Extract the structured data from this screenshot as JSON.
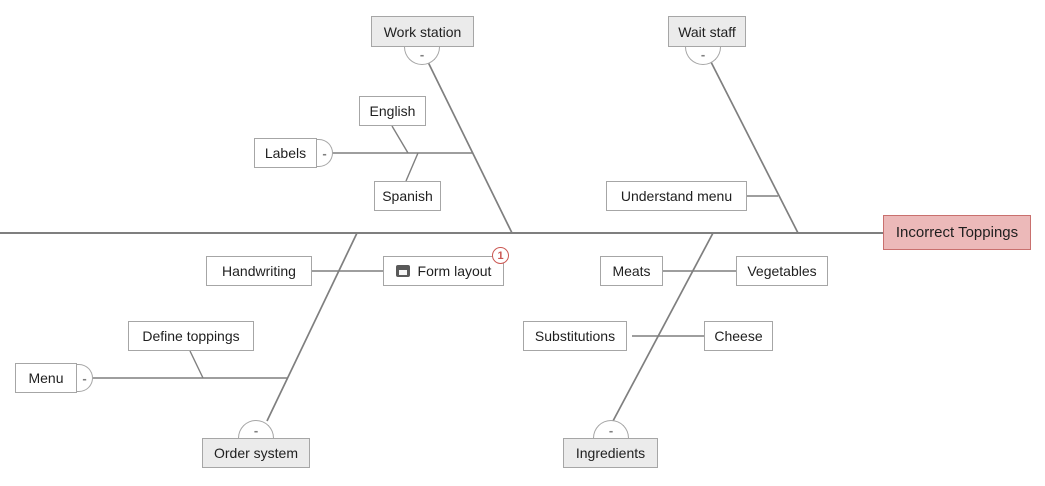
{
  "diagram_type": "fishbone-cause-effect",
  "structure": {
    "effect": "Incorrect Toppings",
    "branches": [
      {
        "category": "Work station",
        "side": "top",
        "causes": [
          {
            "label": "Labels",
            "subcauses": [
              "English",
              "Spanish"
            ]
          }
        ]
      },
      {
        "category": "Wait staff",
        "side": "top",
        "causes": [
          {
            "label": "Understand menu",
            "subcauses": []
          }
        ]
      },
      {
        "category": "Order system",
        "side": "bottom",
        "causes": [
          {
            "label": "Handwriting",
            "subcauses": []
          },
          {
            "label": "Form layout",
            "badge": "1",
            "has_note_icon": true,
            "subcauses": []
          },
          {
            "label": "Menu",
            "subcauses": [
              "Define toppings"
            ]
          }
        ]
      },
      {
        "category": "Ingredients",
        "side": "bottom",
        "causes": [
          {
            "label": "Meats",
            "subcauses": []
          },
          {
            "label": "Vegetables",
            "subcauses": []
          },
          {
            "label": "Substitutions",
            "subcauses": []
          },
          {
            "label": "Cheese",
            "subcauses": []
          }
        ]
      }
    ]
  },
  "ui": {
    "collapse_glyph": "-"
  },
  "colors": {
    "effect_fill": "#ecb9b9",
    "effect_border": "#c9706e",
    "category_fill": "#ebebeb",
    "box_border": "#a6a6a6",
    "line": "#7f7f7f",
    "badge_red": "#cb5752",
    "note_icon_gray": "#595959"
  }
}
